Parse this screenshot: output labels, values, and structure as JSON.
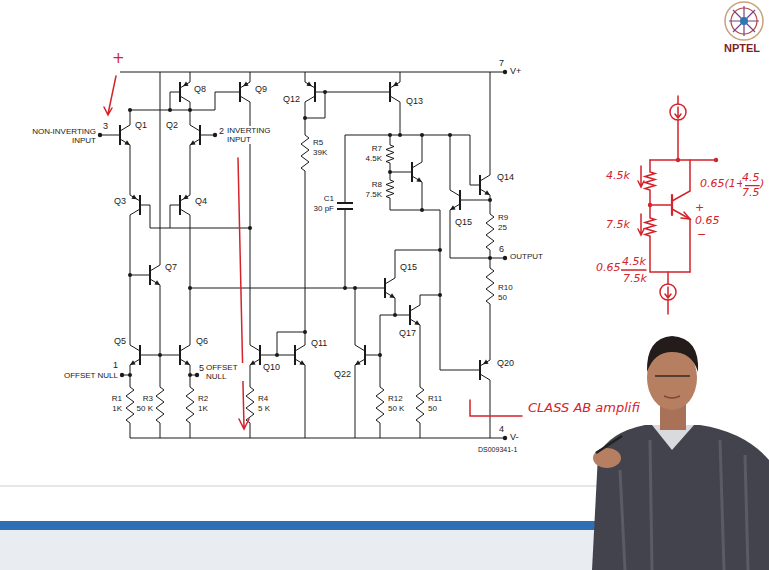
{
  "diagram": {
    "labels": [
      "7",
      "V+",
      "NPTEL",
      "+",
      "3",
      "NON-INVERTING INPUT",
      "Q1",
      "Q8",
      "Q9",
      "Q12",
      "Q13",
      "2",
      "INVERTING INPUT",
      "Q2",
      "Q14",
      "R5",
      "39K",
      "R7",
      "4.5K",
      "R8",
      "7.5K",
      "C1",
      "30 pF",
      "Q3",
      "Q4",
      "Q15",
      "R9",
      "25",
      "6",
      "OUTPUT",
      "Q7",
      "Q15",
      "Q17",
      "R10",
      "50",
      "Q5",
      "Q6",
      "Q10",
      "Q11",
      "Q22",
      "Q20",
      "1",
      "OFFSET NULL",
      "5",
      "OFFSET NULL",
      "R1",
      "1K",
      "R3",
      "50 K",
      "R2",
      "1K",
      "R4",
      "5 K",
      "R12",
      "50 K",
      "R11",
      "50",
      "4",
      "V-",
      "DS009341-1",
      "CLASS AB amplifi",
      "4.5k",
      "0.65(1+",
      "4.5",
      "7.5",
      ")",
      "+",
      "0.65",
      "−",
      "7.5k",
      "0.65",
      "4.5k",
      "7.5k"
    ]
  }
}
